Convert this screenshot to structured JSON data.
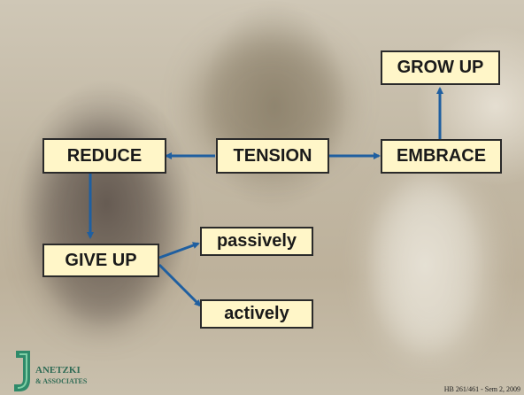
{
  "diagram": {
    "nodes": {
      "tension": "TENSION",
      "reduce": "REDUCE",
      "embrace": "EMBRACE",
      "grow_up": "GROW UP",
      "give_up": "GIVE UP",
      "passively": "passively",
      "actively": "actively"
    },
    "edges": [
      {
        "from": "tension",
        "to": "reduce"
      },
      {
        "from": "tension",
        "to": "embrace"
      },
      {
        "from": "embrace",
        "to": "grow_up"
      },
      {
        "from": "reduce",
        "to": "give_up"
      },
      {
        "from": "give_up",
        "to": "passively"
      },
      {
        "from": "give_up",
        "to": "actively"
      }
    ],
    "box_fill": "#fff6c8",
    "arrow_color": "#1f5fa0"
  },
  "logo": {
    "line1": "ANETZKI",
    "line2": "& ASSOCIATES"
  },
  "footer": {
    "text": "HB 261/461 - Sem 2, 2009"
  }
}
